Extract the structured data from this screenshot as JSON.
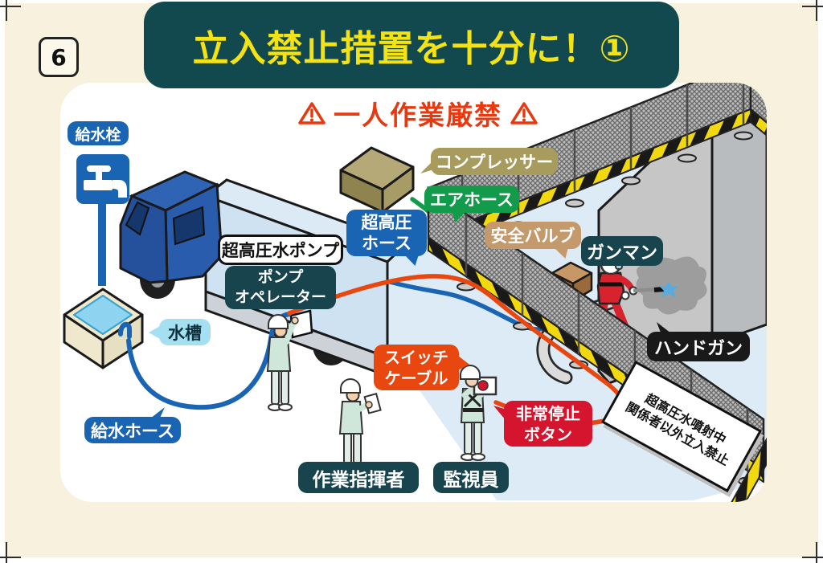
{
  "page": {
    "badge": "6",
    "title": "立入禁止措置を十分に！①",
    "warning": "一人作業厳禁"
  },
  "labels": {
    "water_tap": "給水栓",
    "compressor": "コンプレッサー",
    "air_hose": "エアホース",
    "uhp_hose": "超高圧\nホース",
    "uhp_pump": "超高圧水ポンプ",
    "pump_operator": "ポンプ\nオペレーター",
    "safety_valve": "安全バルブ",
    "gunman": "ガンマン",
    "handgun": "ハンドガン",
    "water_tank": "水槽",
    "switch_cable": "スイッチ\nケーブル",
    "emergency_stop": "非常停止\nボタン",
    "supply_hose": "給水ホース",
    "work_commander": "作業指揮者",
    "watchman": "監視員"
  },
  "sign": {
    "text": "超高圧水噴射中\n関係者以外立入禁止"
  },
  "colors": {
    "banner_bg": "#12494f",
    "title_text": "#f3e214",
    "warning_red": "#e8380f",
    "label_blue": "#1a64b4",
    "label_teal": "#17444d",
    "label_olive": "#a79c5e",
    "label_green": "#129b4a",
    "label_tan": "#c4996b",
    "label_black": "#191919",
    "label_lightblue": "#a5dff2",
    "switch_cable_orange": "#e8470f",
    "emergency_red": "#d5152d",
    "cream_bg": "#f8f1dd",
    "ground_blue": "#dcebf5"
  }
}
